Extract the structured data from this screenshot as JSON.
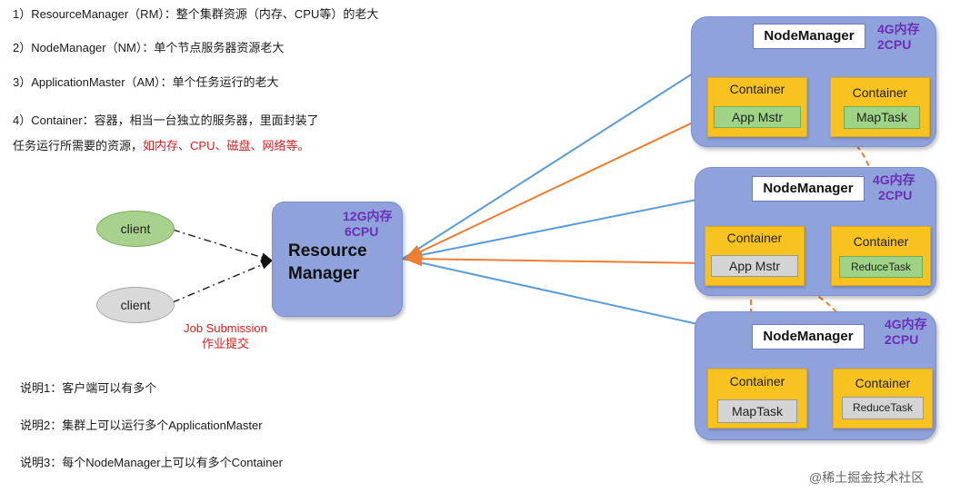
{
  "notes": {
    "line1": "1）ResourceManager（RM）：整个集群资源（内存、CPU等）的老大",
    "line2": "2）NodeManager（NM）：单个节点服务器资源老大",
    "line3": "3）ApplicationMaster（AM）：单个任务运行的老大",
    "line4": "4）Container：容器，相当一台独立的服务器，里面封装了",
    "line5_prefix": "任务运行所需要的资源，",
    "line5_red": "如内存、CPU、磁盘、网络等。"
  },
  "clients": [
    "client",
    "client"
  ],
  "job_submission": {
    "en": "Job Submission",
    "zh": "作业提交"
  },
  "resource_manager": {
    "title_line1": "Resource",
    "title_line2": "Manager",
    "mem": "12G内存",
    "cpu": "6CPU"
  },
  "node_managers": [
    {
      "label": "NodeManager",
      "mem": "4G内存",
      "cpu": "2CPU",
      "containers": [
        {
          "title": "Container",
          "task": "App Mstr"
        },
        {
          "title": "Container",
          "task": "MapTask"
        }
      ]
    },
    {
      "label": "NodeManager",
      "mem": "4G内存",
      "cpu": "2CPU",
      "containers": [
        {
          "title": "Container",
          "task": "App Mstr"
        },
        {
          "title": "Container",
          "task": "ReduceTask"
        }
      ]
    },
    {
      "label": "NodeManager",
      "mem": "4G内存",
      "cpu": "2CPU",
      "containers": [
        {
          "title": "Container",
          "task": "MapTask"
        },
        {
          "title": "Container",
          "task": "ReduceTask"
        }
      ]
    }
  ],
  "footnotes": {
    "n1": "说明1：客户端可以有多个",
    "n2": "说明2：集群上可以运行多个ApplicationMaster",
    "n3": "说明3：每个NodeManager上可以有多个Container"
  },
  "watermark": "@稀土掘金技术社区",
  "colors": {
    "node_blue": "#8fa2dc",
    "container_yellow": "#f8c321",
    "arrow_blue": "#5b9bd5",
    "arrow_orange": "#ed7d31",
    "resource_purple": "#6b2fb6"
  }
}
